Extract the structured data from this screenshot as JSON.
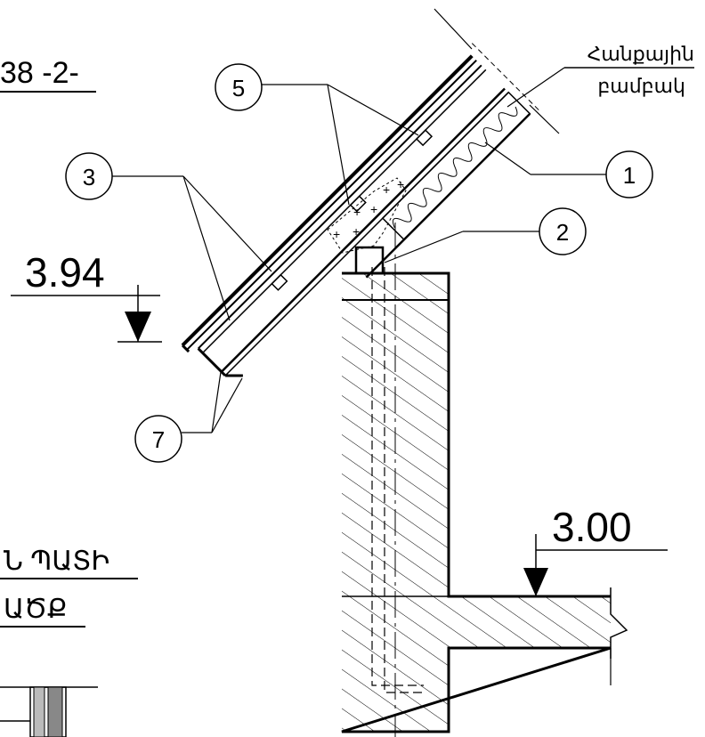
{
  "partial_text_top": "38 -2-",
  "insulation_label": {
    "line1": "Հանքային",
    "line2": "բամբակ"
  },
  "callouts": [
    "1",
    "2",
    "3",
    "5",
    "7"
  ],
  "elevations": {
    "eaves": "3.94",
    "floor": "3.00"
  },
  "section_title": {
    "line1": "Ն ՊԱՏԻ",
    "line2": "ԱԾՔ"
  }
}
